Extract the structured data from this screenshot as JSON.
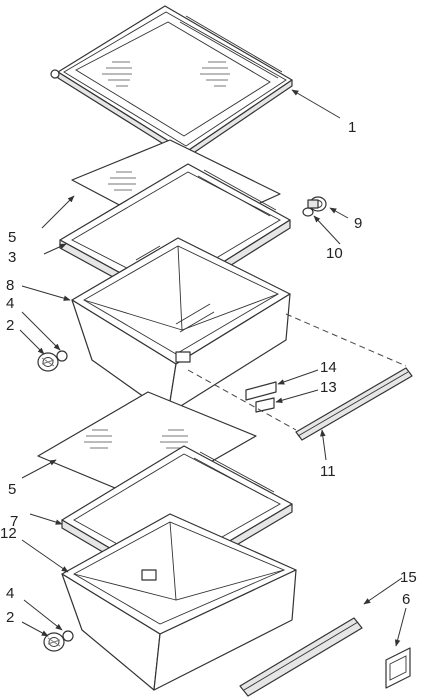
{
  "callouts": [
    {
      "id": "c1",
      "label": "1"
    },
    {
      "id": "c3",
      "label": "3"
    },
    {
      "id": "c5a",
      "label": "5"
    },
    {
      "id": "c9",
      "label": "9"
    },
    {
      "id": "c10",
      "label": "10"
    },
    {
      "id": "c8",
      "label": "8"
    },
    {
      "id": "c4a",
      "label": "4"
    },
    {
      "id": "c2a",
      "label": "2"
    },
    {
      "id": "c14",
      "label": "14"
    },
    {
      "id": "c13",
      "label": "13"
    },
    {
      "id": "c11",
      "label": "11"
    },
    {
      "id": "c5b",
      "label": "5"
    },
    {
      "id": "c7",
      "label": "7"
    },
    {
      "id": "c12",
      "label": "12"
    },
    {
      "id": "c15",
      "label": "15"
    },
    {
      "id": "c6",
      "label": "6"
    },
    {
      "id": "c4b",
      "label": "4"
    },
    {
      "id": "c2b",
      "label": "2"
    }
  ]
}
